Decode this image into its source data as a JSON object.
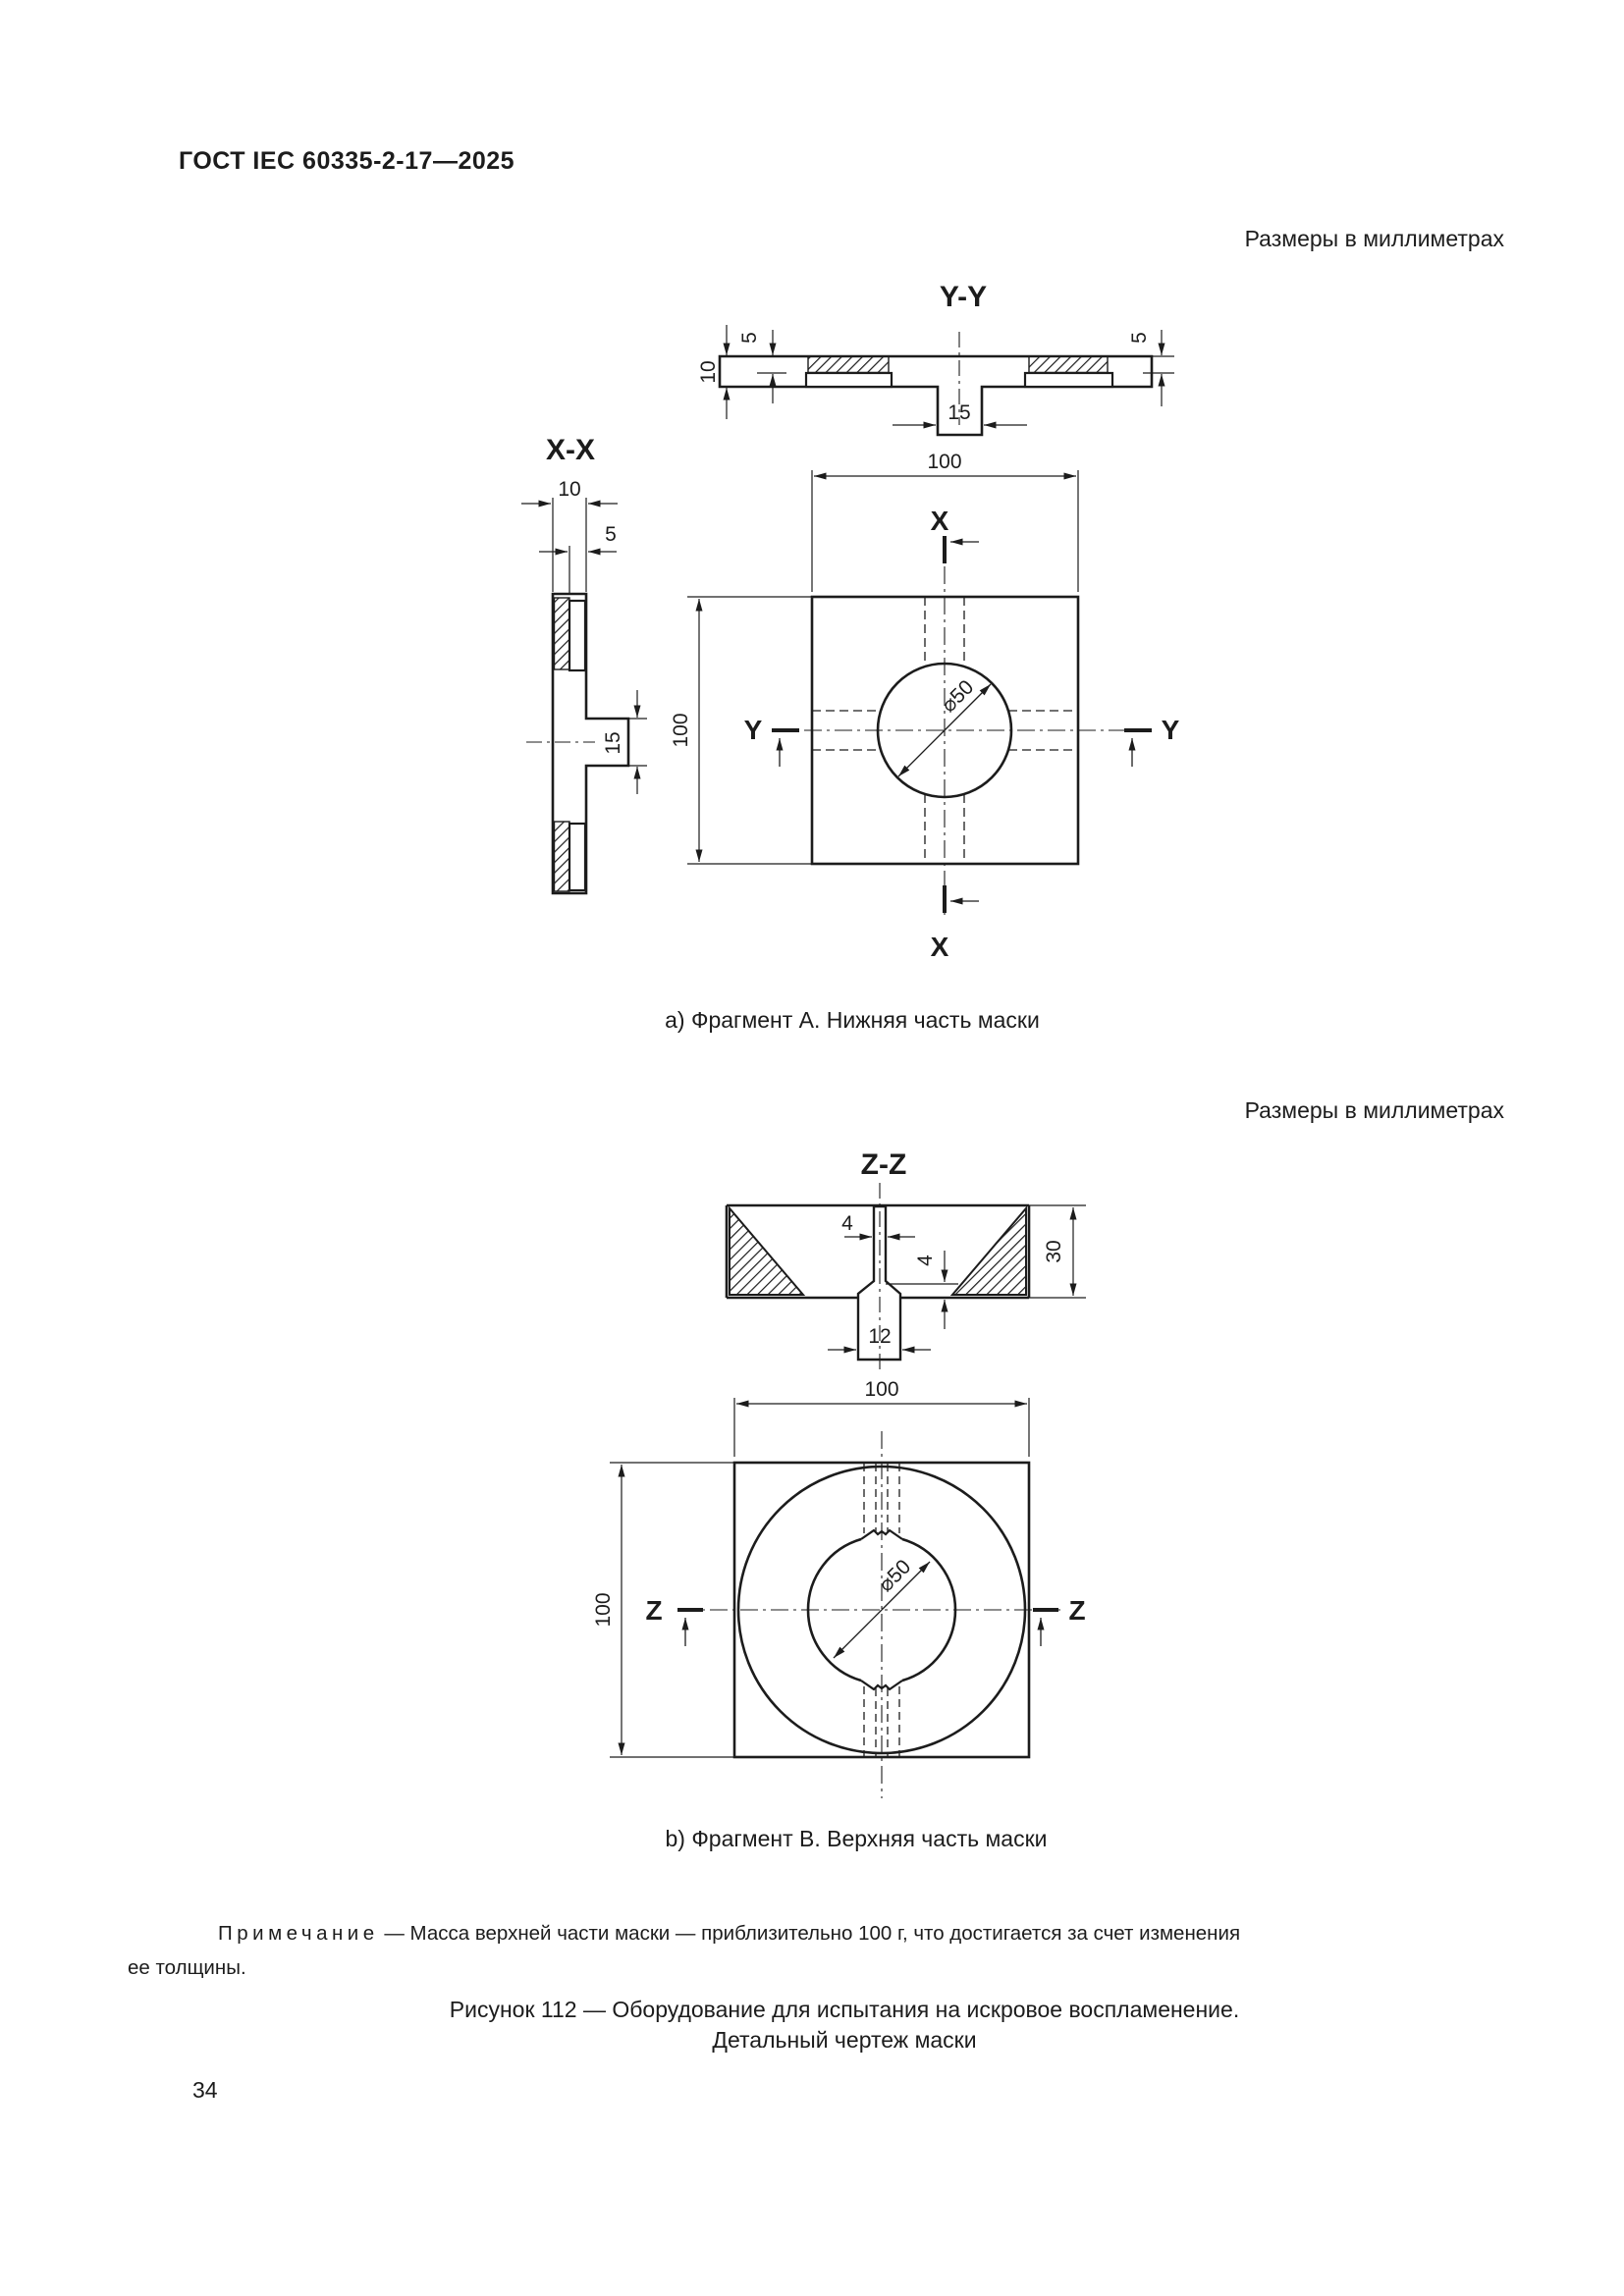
{
  "page": {
    "header": "ГОСТ IEC 60335-2-17—2025",
    "units_note": "Размеры в миллиметрах",
    "caption_a": "а) Фрагмент А. Нижняя часть маски",
    "caption_b": "b) Фрагмент В. Верхняя часть маски",
    "note_label": "Примечание",
    "note_line1_rest": " — Масса верхней части маски — приблизительно 100 г, что достигается за счет изменения",
    "note_line2": "ее толщины.",
    "figure_caption_line1": "Рисунок 112 — Оборудование для испытания на искровое воспламенение.",
    "figure_caption_line2": "Детальный чертеж маски",
    "page_number": "34"
  },
  "colors": {
    "ink": "#1c1c1c",
    "paper": "#ffffff"
  },
  "drawing_a": {
    "section_yy": {
      "title": "Y-Y",
      "dim_total_thickness": "10",
      "dim_plate_left": "5",
      "dim_plate_right": "5",
      "dim_tab_width": "15"
    },
    "section_xx": {
      "title": "X-X",
      "dim_total_thickness": "10",
      "dim_plate": "5",
      "dim_tab_width": "15"
    },
    "plan": {
      "dim_width": "100",
      "dim_height": "100",
      "dim_diameter": "⌀50",
      "marker_x": "X",
      "marker_y": "Y"
    }
  },
  "drawing_b": {
    "section_zz": {
      "title": "Z-Z",
      "dim_slot_width": "4",
      "dim_slot_depth": "4",
      "dim_block_height": "30",
      "dim_tab_width": "12"
    },
    "plan": {
      "dim_width": "100",
      "dim_height": "100",
      "dim_diameter": "⌀50",
      "marker_z": "Z"
    }
  }
}
